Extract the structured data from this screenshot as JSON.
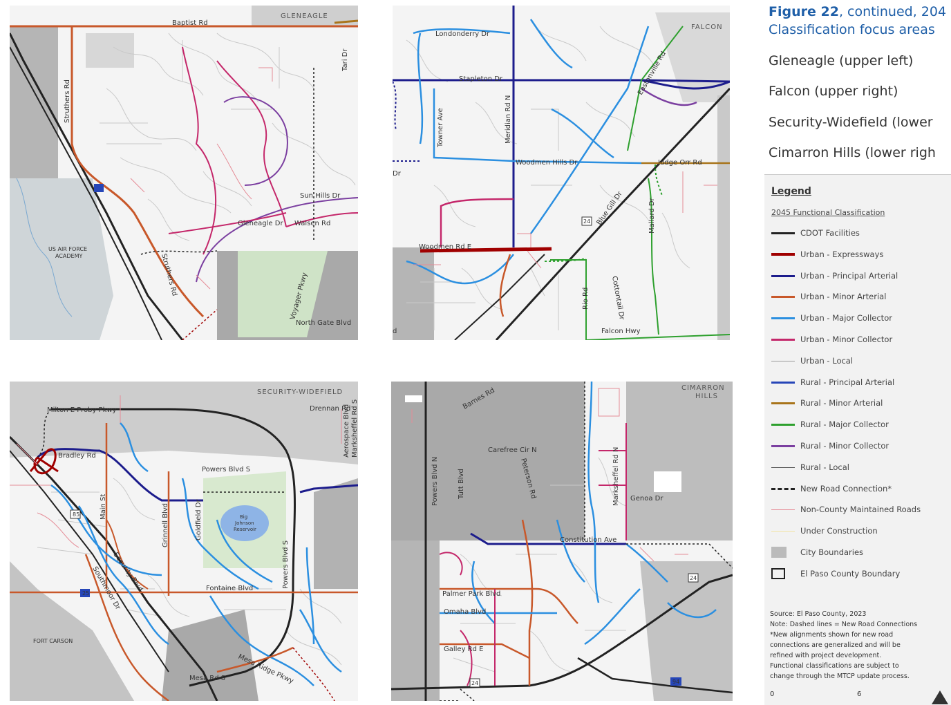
{
  "caption": {
    "figure": "Figure 22",
    "rest": ", continued, 204",
    "line2": "Classification focus areas",
    "items": [
      "Gleneagle (upper left)",
      "Falcon (upper right)",
      "Security-Widefield (lower",
      "Cimarron Hills (lower righ"
    ]
  },
  "maps": {
    "gleneagle": {
      "area": "GLENEAGLE",
      "labels": [
        "Baptist Rd",
        "Struthers Rd",
        "Tari Dr",
        "Sun Hills Dr",
        "Gleneagle Dr",
        "Walsen Rd",
        "US AIR FORCE",
        "ACADEMY",
        "Struthers Rd",
        "Voyager Pkwy",
        "North Gate Blvd"
      ]
    },
    "falcon": {
      "area": "FALCON",
      "labels": [
        "Londonderry Dr",
        "Stapleton Dr",
        "Towner Ave",
        "Meridian Rd N",
        "Eastonville Rd",
        "Woodmen Hills Dr",
        "Judge Orr Rd",
        "Dr",
        "Blue Gill Dr",
        "Mallard Dr",
        "Cottontail Dr",
        "Woodmen Rd E",
        "Rio Rd",
        "Falcon Hwy",
        "d",
        "24"
      ]
    },
    "security": {
      "area": "SECURITY-WIDEFIELD",
      "labels": [
        "Milton E Proby Pkwy",
        "Drennan Rd",
        "Aerospace Blvd",
        "Marksheffel Rd S",
        "Bradley Rd",
        "Powers Blvd S",
        "Main St",
        "Grinnell Blvd",
        "Goldfield Dr",
        "Big",
        "Johnson",
        "Reservoir",
        "Powers Blvd S",
        "Fontaine Blvd",
        "Security Blvd",
        "Southmoor Dr",
        "FORT CARSON",
        "Mesa Rd S",
        "Mesa Ridge Pkwy",
        "85",
        "25"
      ]
    },
    "cimarron": {
      "area": "CIMARRON",
      "area2": "HILLS",
      "labels": [
        "Barnes Rd",
        "Carefree Cir N",
        "Peterson Rd",
        "Powers Blvd N",
        "Tutt Blvd",
        "Marksheffel Rd N",
        "Genoa Dr",
        "Constitution Ave",
        "Palmer Park Blvd",
        "Omaha Blvd",
        "Galley Rd E",
        "24",
        "24",
        "94"
      ]
    }
  },
  "legend": {
    "title": "Legend",
    "subtitle": "2045 Functional Classification",
    "items": [
      {
        "label": "CDOT Facilities",
        "color": "#222222",
        "style": "line"
      },
      {
        "label": "Urban - Expressways",
        "color": "#a00000",
        "style": "thick"
      },
      {
        "label": "Urban - Principal Arterial",
        "color": "#1c1c8c",
        "style": "line"
      },
      {
        "label": "Urban - Minor Arterial",
        "color": "#c8582a",
        "style": "line"
      },
      {
        "label": "Urban - Major Collector",
        "color": "#2b8fe0",
        "style": "line"
      },
      {
        "label": "Urban - Minor Collector",
        "color": "#c4276a",
        "style": "line"
      },
      {
        "label": "Urban - Local",
        "color": "#9a9a9a",
        "style": "thin"
      },
      {
        "label": "Rural - Principal Arterial",
        "color": "#2646b8",
        "style": "line"
      },
      {
        "label": "Rural - Minor Arterial",
        "color": "#a8741a",
        "style": "line"
      },
      {
        "label": "Rural - Major Collector",
        "color": "#2ea02e",
        "style": "line"
      },
      {
        "label": "Rural - Minor Collector",
        "color": "#7b3fa0",
        "style": "line"
      },
      {
        "label": "Rural - Local",
        "color": "#555555",
        "style": "thin"
      },
      {
        "label": "New Road Connection*",
        "color": "#222222",
        "style": "dashed"
      },
      {
        "label": "Non-County Maintained Roads",
        "color": "#e58b96",
        "style": "thin"
      },
      {
        "label": "Under Construction",
        "color": "#f2e3a0",
        "style": "thin"
      },
      {
        "label": "City Boundaries",
        "color": "#bbbbbb",
        "style": "city"
      },
      {
        "label": "El Paso County Boundary",
        "color": "#222222",
        "style": "county"
      }
    ],
    "notes": [
      "Source: El Paso County, 2023",
      "Note: Dashed lines = New Road Connections",
      "*New alignments shown for new road",
      "connections are generalized and will be",
      "refined with project development.",
      "Functional classifications are subject to",
      "change through the MTCP update process."
    ],
    "scale_start": "0",
    "scale_end": "6"
  }
}
